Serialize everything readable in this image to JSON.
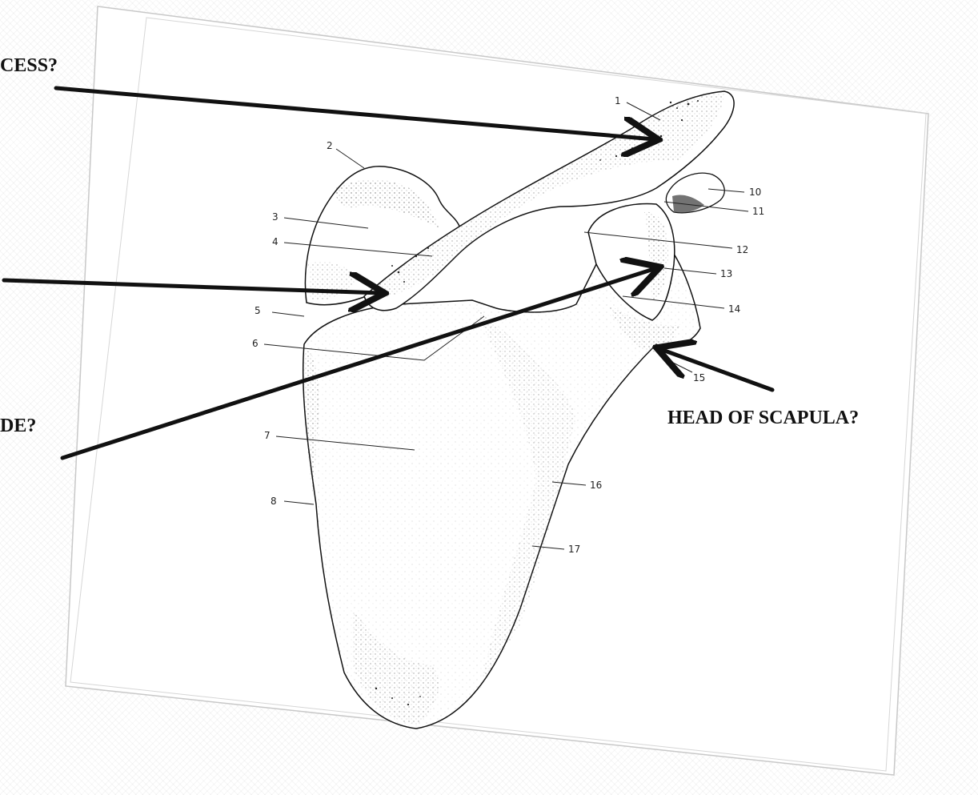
{
  "question_labels": {
    "top": "CESS?",
    "bottom": "DE?",
    "right": "HEAD OF SCAPULA?"
  },
  "numbered_labels": [
    "1",
    "2",
    "3",
    "4",
    "5",
    "6",
    "7",
    "8",
    "10",
    "11",
    "12",
    "13",
    "14",
    "15",
    "16",
    "17"
  ],
  "colors": {
    "ink": "#111111",
    "paper": "#ffffff",
    "bone_shade": "#bdbdbd"
  }
}
